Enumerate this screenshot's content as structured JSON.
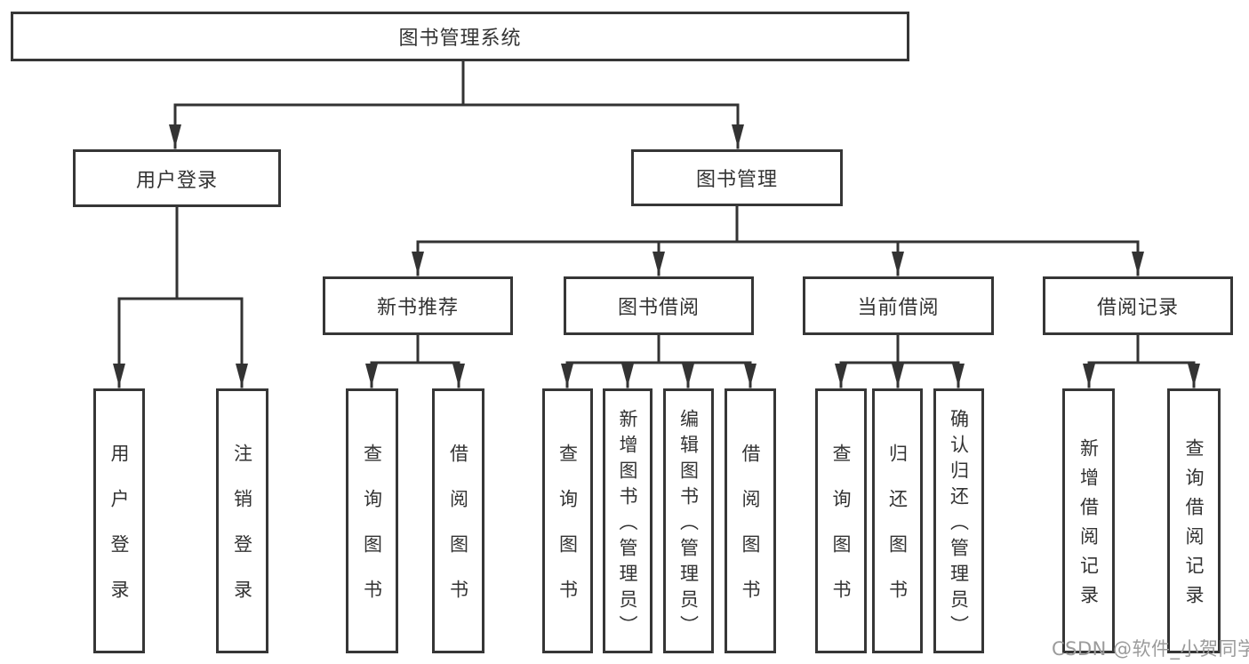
{
  "page": {
    "background_color": "#ffffff",
    "line_color": "#333333",
    "box_border_color": "#363636",
    "text_color": "#333333"
  },
  "diagram": {
    "root": {
      "label": "图书管理系统"
    },
    "level2": [
      {
        "label": "用户登录"
      },
      {
        "label": "图书管理"
      }
    ],
    "level3": [
      {
        "label": "新书推荐"
      },
      {
        "label": "图书借阅"
      },
      {
        "label": "当前借阅"
      },
      {
        "label": "借阅记录"
      }
    ],
    "leaves": {
      "user_login": [
        {
          "label": "用户登录"
        },
        {
          "label": "注销登录"
        }
      ],
      "new_books": [
        {
          "label": "查询图书"
        },
        {
          "label": "借阅图书"
        }
      ],
      "book_borrow": [
        {
          "label": "查询图书"
        },
        {
          "label": "新增图书（管理员）"
        },
        {
          "label": "编辑图书（管理员）"
        },
        {
          "label": "借阅图书"
        }
      ],
      "current_borrow": [
        {
          "label": "查询图书"
        },
        {
          "label": "归还图书"
        },
        {
          "label": "确认归还（管理员）"
        }
      ],
      "borrow_records": [
        {
          "label": "新增借阅记录"
        },
        {
          "label": "查询借阅记录"
        }
      ]
    }
  },
  "watermark": {
    "text": "CSDN @软件_小贺同学",
    "color": "#9b9b9b"
  }
}
